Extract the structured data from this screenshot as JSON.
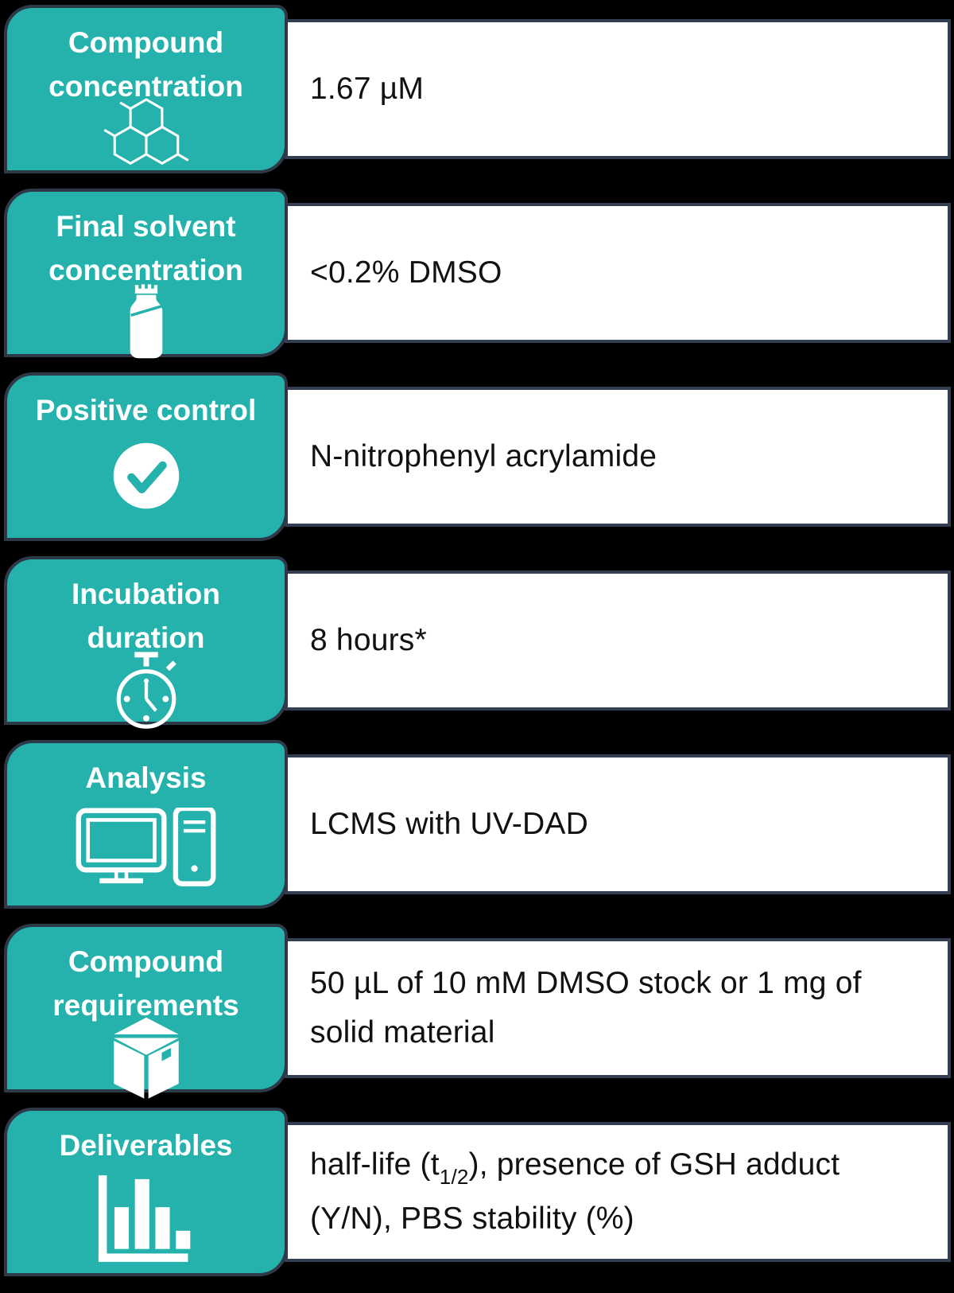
{
  "colors": {
    "background": "#000000",
    "card_teal": "#26b2ac",
    "outline_navy": "#333e52",
    "value_box_bg": "#ffffff",
    "label_text": "#ffffff",
    "value_text": "#111111"
  },
  "rows": [
    {
      "label": "Compound concentration",
      "value": "1.67 µM",
      "icon": "molecule-icon"
    },
    {
      "label": "Final solvent concentration",
      "value": "<0.2% DMSO",
      "icon": "bottle-icon"
    },
    {
      "label": "Positive control",
      "value": "N-nitrophenyl acrylamide",
      "icon": "check-circle-icon"
    },
    {
      "label": "Incubation duration",
      "value": "8 hours*",
      "icon": "stopwatch-icon"
    },
    {
      "label": "Analysis",
      "value": "LCMS with UV-DAD",
      "icon": "computer-icon"
    },
    {
      "label": "Compound requirements",
      "value": "50 µL of 10 mM DMSO stock or 1 mg of solid material",
      "icon": "package-icon"
    },
    {
      "label": "Deliverables",
      "value_pre": "half-life (t",
      "value_sub": "1/2",
      "value_post": "), presence of GSH adduct (Y/N), PBS stability (%)",
      "icon": "bar-chart-icon"
    }
  ]
}
